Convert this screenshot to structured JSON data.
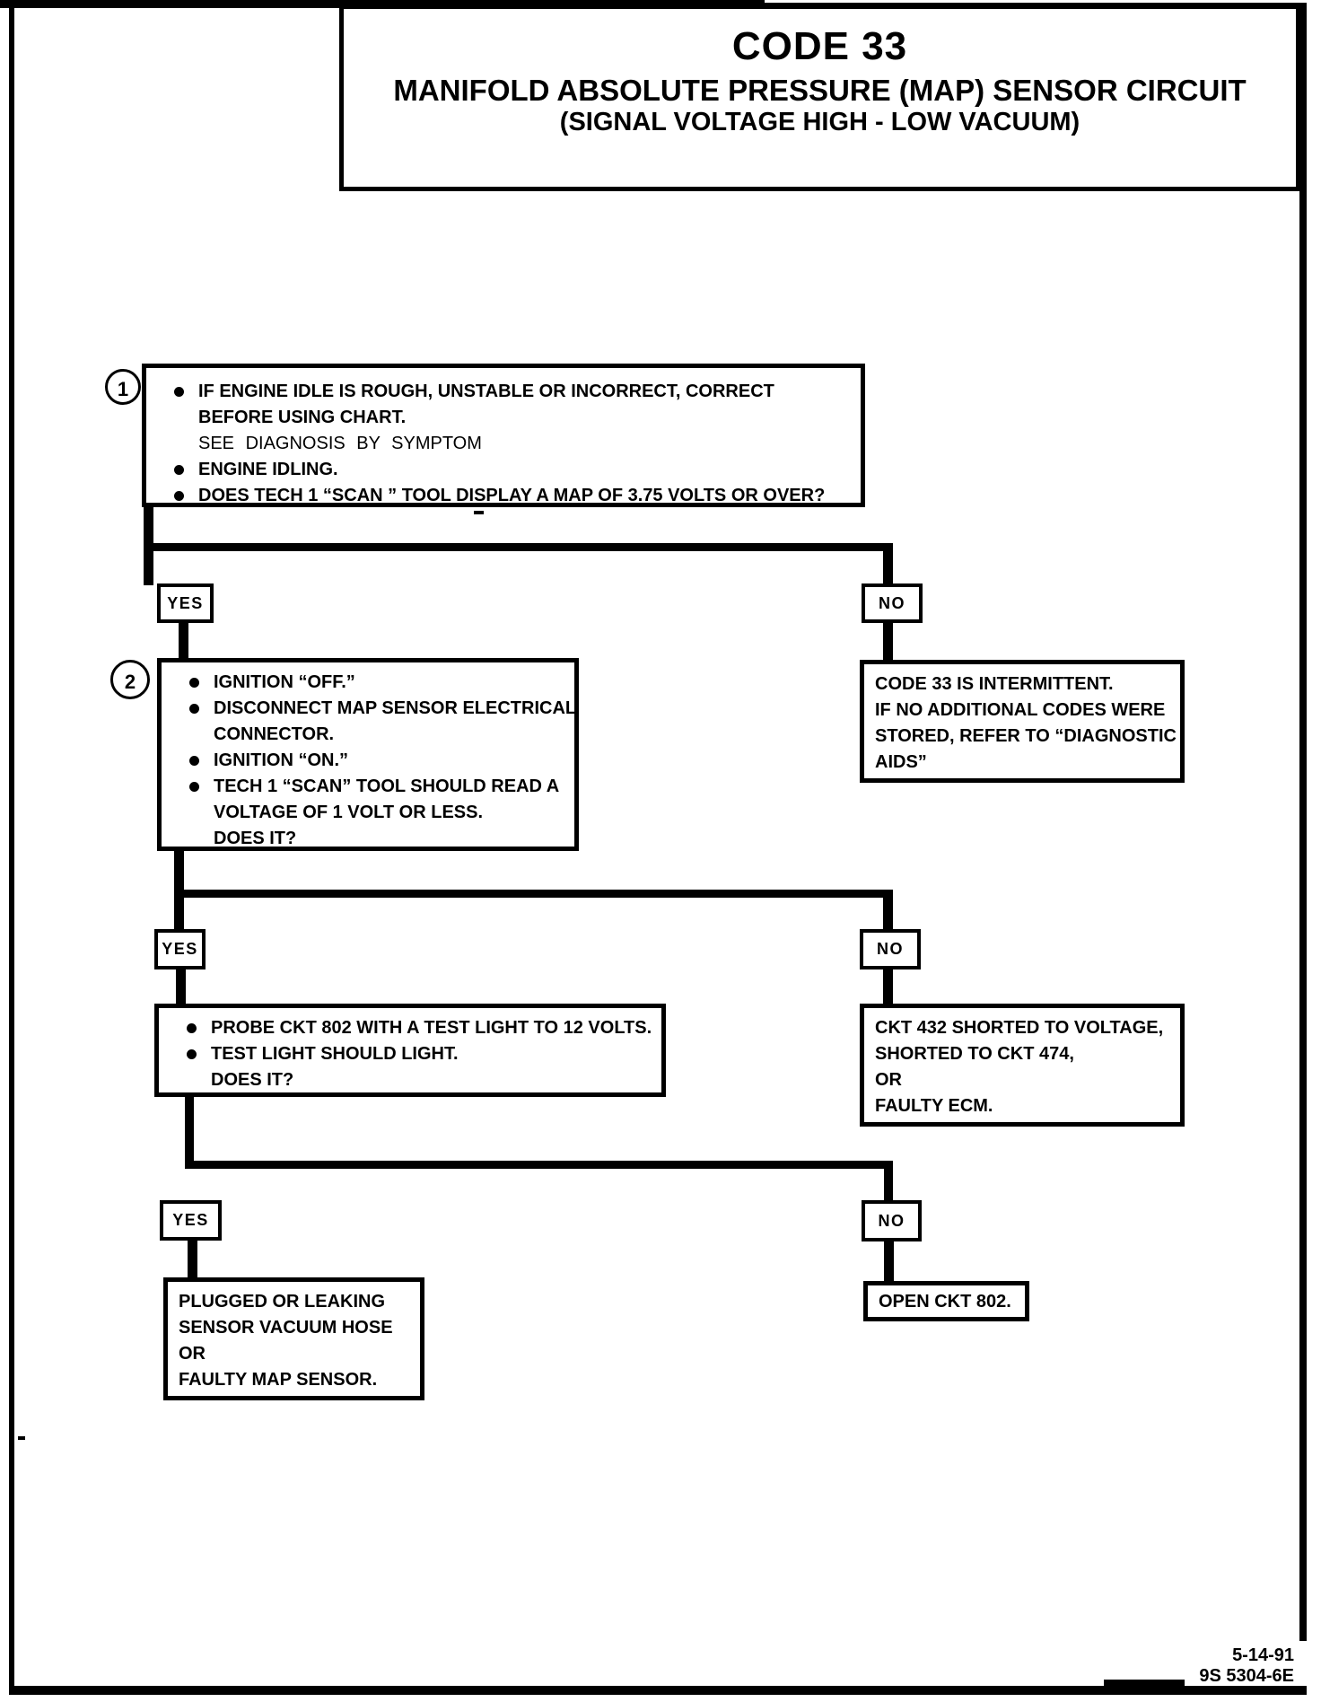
{
  "title": {
    "code": "CODE 33",
    "subtitle": "MANIFOLD ABSOLUTE PRESSURE (MAP) SENSOR CIRCUIT",
    "condition": "(SIGNAL VOLTAGE HIGH - LOW VACUUM)"
  },
  "steps": {
    "step1": {
      "number": "1",
      "bullets": [
        {
          "lines": [
            "IF ENGINE IDLE IS ROUGH, UNSTABLE OR INCORRECT, CORRECT",
            "BEFORE USING CHART.",
            "SEE DIAGNOSIS BY SYMPTOM"
          ]
        },
        {
          "lines": [
            "ENGINE IDLING."
          ]
        },
        {
          "lines": [
            "DOES TECH 1 “SCAN ” TOOL DISPLAY A MAP OF 3.75  VOLTS OR OVER?"
          ]
        }
      ]
    },
    "step2": {
      "number": "2",
      "bullets": [
        {
          "lines": [
            "IGNITION “OFF.”"
          ]
        },
        {
          "lines": [
            "DISCONNECT MAP SENSOR ELECTRICAL",
            "CONNECTOR."
          ]
        },
        {
          "lines": [
            "IGNITION “ON.”"
          ]
        },
        {
          "lines": [
            "TECH 1 “SCAN” TOOL SHOULD READ  A",
            "VOLTAGE OF 1 VOLT OR LESS.",
            "DOES IT?"
          ]
        }
      ]
    },
    "probe": {
      "bullets": [
        {
          "lines": [
            "PROBE CKT 802 WITH A TEST LIGHT TO 12 VOLTS."
          ]
        },
        {
          "lines": [
            "TEST LIGHT SHOULD LIGHT.",
            "DOES IT?"
          ]
        }
      ]
    }
  },
  "branch_labels": {
    "yes1": "YES",
    "no1": "NO",
    "yes2": "YES",
    "no2": "NO",
    "yes3": "YES",
    "no3": "NO"
  },
  "outcomes": {
    "intermittent": {
      "lines": [
        "CODE 33 IS INTERMITTENT.",
        "IF NO ADDITIONAL CODES WERE",
        "STORED, REFER TO “DIAGNOSTIC",
        "AIDS”"
      ]
    },
    "ckt432": {
      "lines": [
        "CKT 432 SHORTED TO VOLTAGE,",
        "SHORTED TO CKT 474,",
        "OR",
        "FAULTY ECM."
      ]
    },
    "plugged": {
      "lines": [
        "PLUGGED OR LEAKING",
        "SENSOR  VACUUM HOSE",
        "OR",
        "FAULTY MAP SENSOR."
      ]
    },
    "open_ckt": {
      "lines": [
        "OPEN CKT 802."
      ]
    }
  },
  "footer": {
    "date": "5-14-91",
    "doc_number": "9S 5304-6E"
  },
  "colors": {
    "ink": "#000000",
    "paper": "#ffffff"
  }
}
